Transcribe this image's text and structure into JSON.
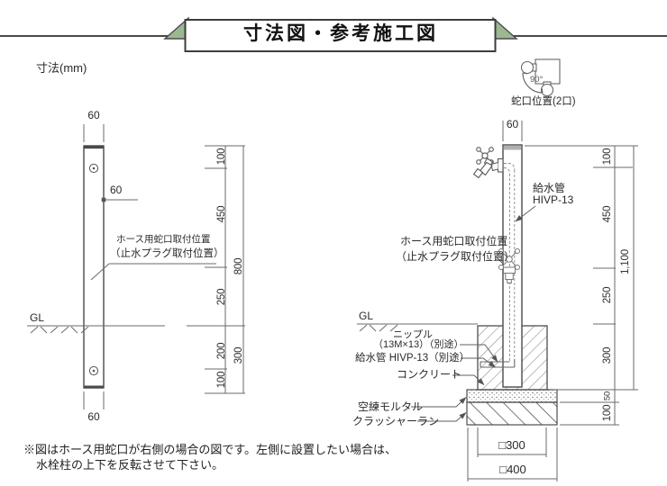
{
  "header": {
    "title": "寸法図・参考施工図",
    "unit_label": "寸法(mm)"
  },
  "legend": {
    "angle_label": "90°",
    "caption": "蛇口位置(2口)"
  },
  "left_view": {
    "width_top": "60",
    "width_bottom": "60",
    "faucet_offset": "60",
    "gl": "GL",
    "callout_line1": "ホース用蛇口取付位置",
    "callout_line2": "（止水プラグ取付位置）",
    "seg_100a": "100",
    "seg_450": "450",
    "seg_250": "250",
    "seg_200": "200",
    "seg_100b": "100",
    "total_above": "800",
    "total_below": "300"
  },
  "right_view": {
    "width_top": "60",
    "gl": "GL",
    "pipe_line1": "給水管",
    "pipe_line2": "HIVP-13",
    "callout_line1": "ホース用蛇口取付位置",
    "callout_line2": "（止水プラグ取付位置）",
    "nipple_line1": "ニップル",
    "nipple_line2": "（13M×13）（別途）",
    "supply_label": "給水管 HIVP-13（別途）",
    "concrete_label": "コンクリート",
    "mortar_label": "空練モルタル",
    "crusher_label": "クラッシャーラン",
    "seg_100a": "100",
    "seg_450": "450",
    "seg_250": "250",
    "seg_300": "300",
    "seg_50": "50",
    "seg_100b": "100",
    "total": "1,100",
    "base_inner": "□300",
    "base_outer": "□400"
  },
  "note": {
    "line1": "※図はホース用蛇口が右側の場合の図です。左側に設置したい場合は、",
    "line2": "水栓柱の上下を反転させて下さい。"
  },
  "colors": {
    "ribbon_green": "#9cb893",
    "line_dark": "#3f3f3f",
    "line_mid": "#5f5f5f"
  }
}
